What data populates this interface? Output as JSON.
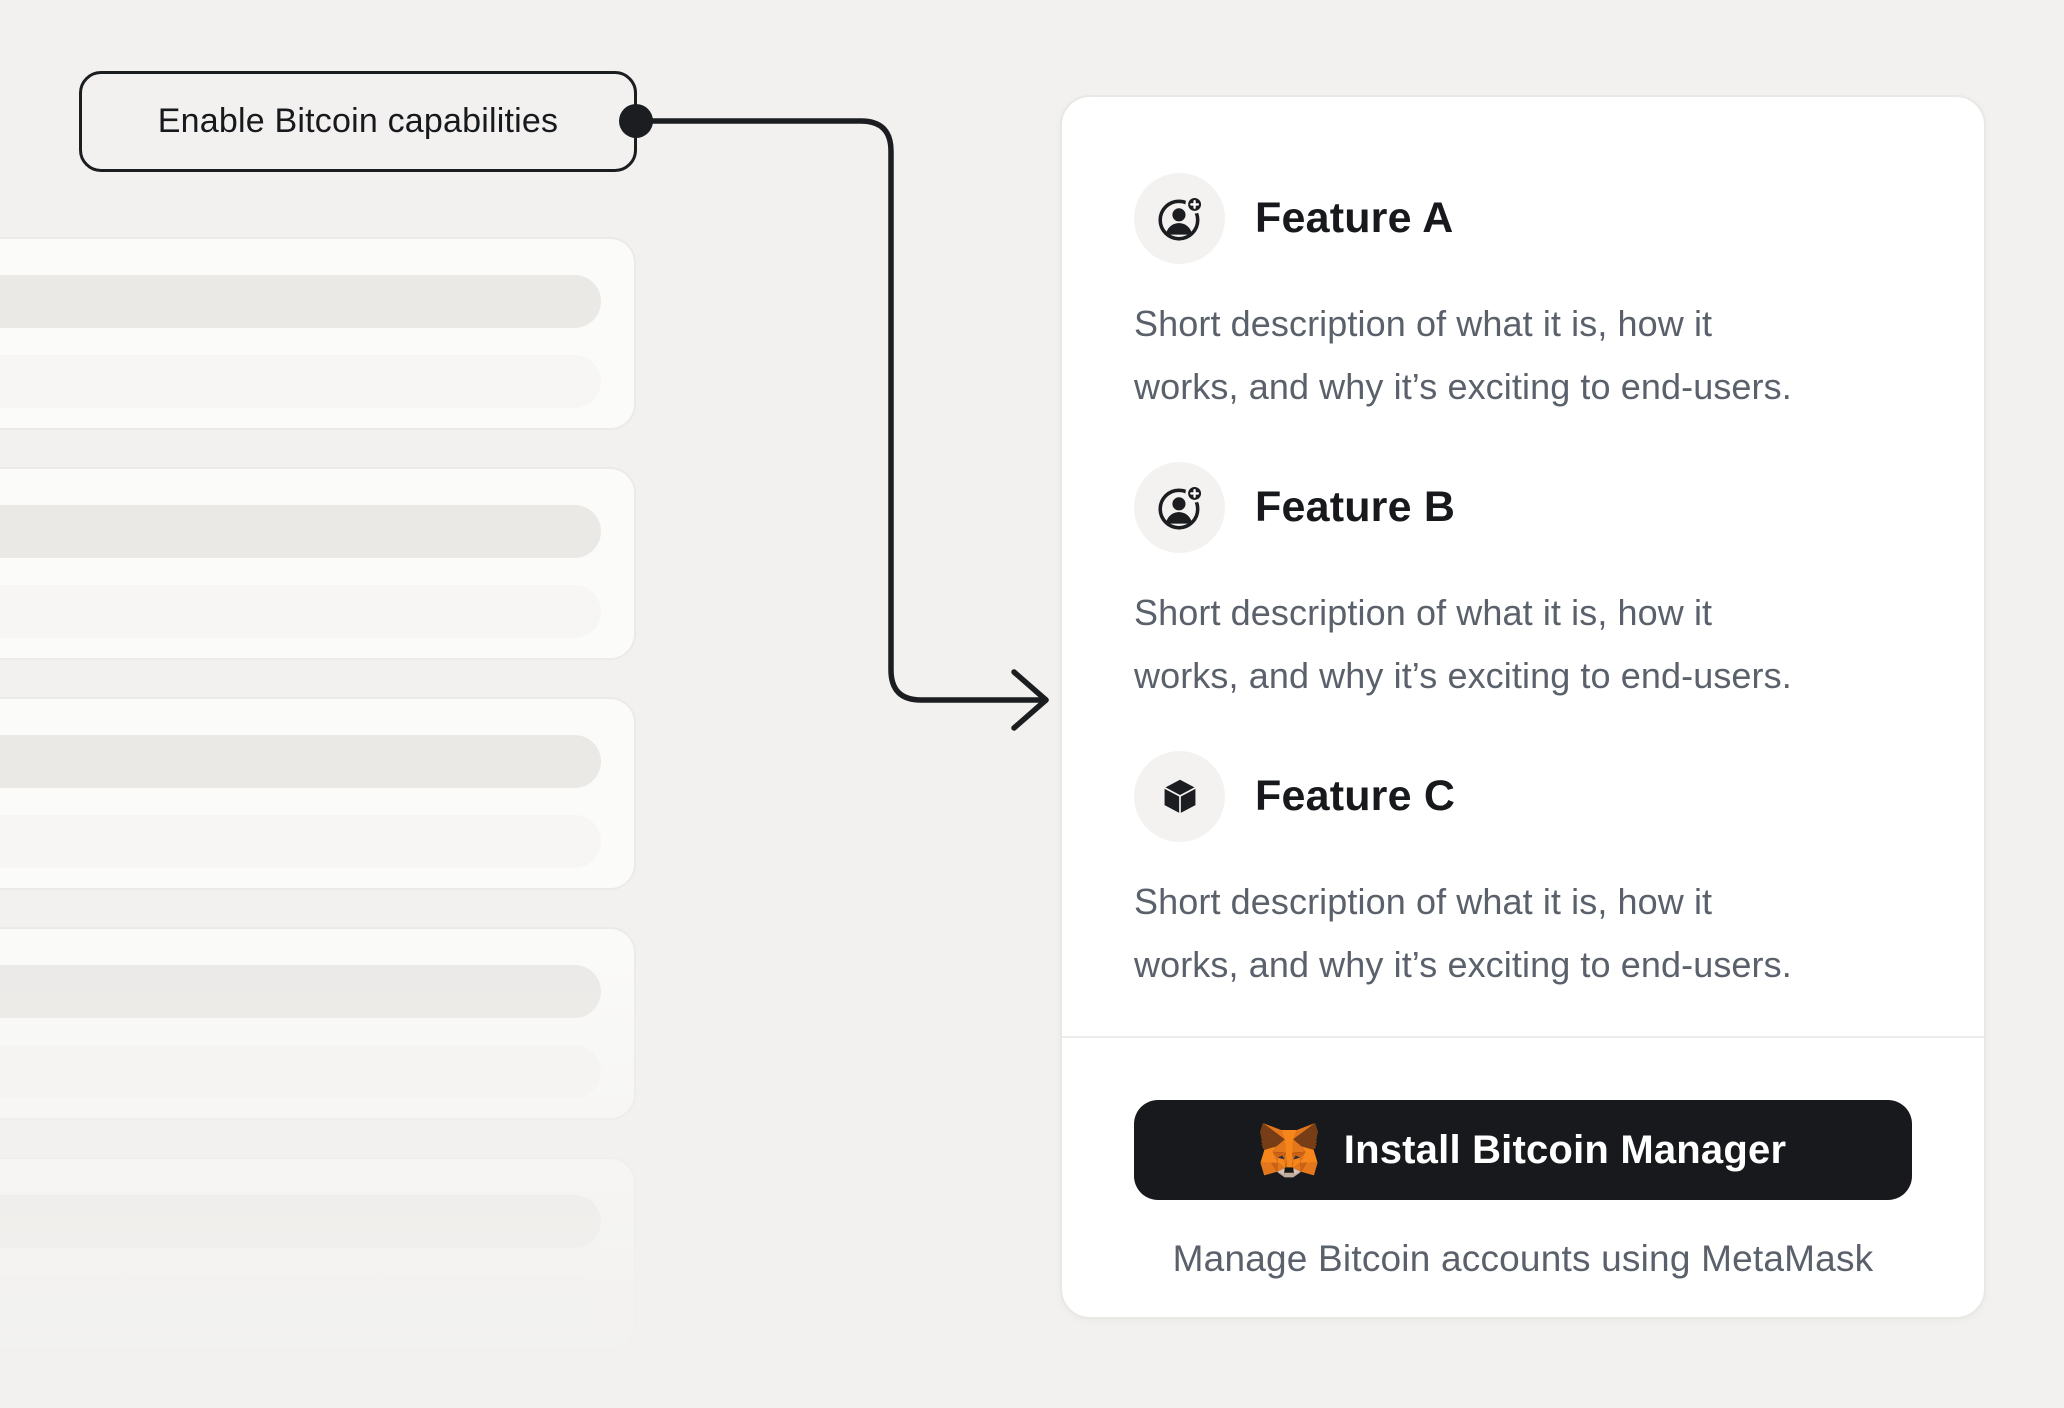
{
  "callout": {
    "label": "Enable Bitcoin capabilities"
  },
  "skeleton": {
    "card_count": 5,
    "bars_per_card": 2
  },
  "panel": {
    "features": [
      {
        "title": "Feature A",
        "icon": "avatar-plus-icon",
        "description_lines": [
          "Short description of what it is, how it",
          "works, and why it’s exciting to end-users."
        ]
      },
      {
        "title": "Feature B",
        "icon": "avatar-plus-icon",
        "description_lines": [
          "Short description of what it is, how it",
          "works, and why it’s exciting to end-users."
        ]
      },
      {
        "title": "Feature C",
        "icon": "cube-icon",
        "description_lines": [
          "Short description of what it is, how it",
          "works, and why it’s exciting to end-users."
        ]
      }
    ],
    "cta": {
      "button_label": "Install Bitcoin Manager",
      "button_icon": "metamask-fox-icon",
      "caption": "Manage Bitcoin accounts using MetaMask"
    }
  },
  "colors": {
    "page_bg": "#f2f1ef",
    "ink": "#1b1d21",
    "title_text": "#17191d",
    "muted_text": "#5a616b",
    "panel_bg": "#ffffff",
    "panel_border": "#e9e8e5",
    "divider": "#ececea",
    "button_bg": "#17191c",
    "button_text": "#ffffff",
    "icon_circle_bg": "#f3f2f0",
    "skeleton_card_bg": "#fbfbfa",
    "skeleton_card_border": "#eceae7",
    "skeleton_bar_dark": "#ebe9e6",
    "skeleton_bar_light": "#f7f6f4",
    "fox_orange": "#f6851b"
  }
}
